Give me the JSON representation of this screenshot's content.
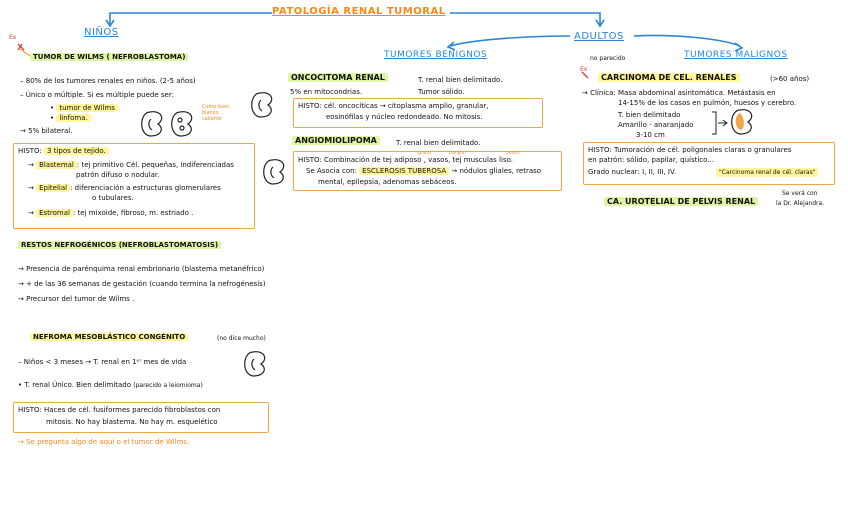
{
  "title": "PATOLOGÍA RENAL TUMORAL",
  "ninos": {
    "heading": "NIÑOS",
    "ex_tag": "Ex",
    "wilms": {
      "title": "TUMOR DE WILMS ( NEFROBLASTOMA)",
      "b1": "80% de los tumores renales en niños. (2-5 años)",
      "b2": "Único o múltiple. Si es múltiple puede ser:",
      "b3": "tumor de Wilms",
      "b4": "linfoma.",
      "b5": "5% bilateral.",
      "note": "Como bien blanco caliente",
      "histo_label": "HISTO:",
      "histo_title": "3 tipos de tejido.",
      "blastemal_label": "Blastemal",
      "blastemal_text": ": tej primitivo Cél. pequeñas, indiferenciadas",
      "blastemal_text2": "patrón difuso o nodular.",
      "epitelial_label": "Epitelial",
      "epitelial_text": ": diferenciación a estructuras glomerulares",
      "epitelial_text2": "o tubulares.",
      "estromal_label": "Estromal",
      "estromal_text": ": tej mixoide, fibroso, m. estriado ."
    },
    "restos": {
      "title": "RESTOS NEFROGÉNICOS (NEFROBLASTOMATOSIS)",
      "l1": "Presencia de parénquima renal embrionario (blastema metanéfrico)",
      "l2": "+ de las 36 semanas de gestación (cuando termina la nefrogénesis)",
      "l3": "Precursor del tumor de Wilms ."
    },
    "nefroma": {
      "title": "NEFROMA MESOBLÁSTICO CONGÉNITO",
      "title_note": "(no dice mucho)",
      "l1": "Niños < 3 meses → T. renal en 1ᵉʳ mes de vida",
      "l2": "T. renal Único. Bien delimitado",
      "l2_note": "(parecido a leiomioma)",
      "histo_label": "HISTO:",
      "histo1": "Haces de cél. fusiformes parecido fibroblastos con",
      "histo2": "mitosis. No hay blastema. No hay m. esquelético",
      "footer": "→ Se pregunta algo de aquí o el tumor de Wilms."
    }
  },
  "adultos": {
    "heading": "ADULTOS",
    "nota_izq": "no parecido",
    "nota_der": "",
    "benignos": {
      "heading": "TUMORES BENIGNOS",
      "onco_title": "ONCOCITOMA RENAL",
      "onco_note": "T. renal bien delimitado.",
      "onco_l1": "5% en mitocondrias.",
      "onco_l2": "Tumor sólido.",
      "onco_histo_label": "HISTO:",
      "onco_h1": "cél. oncocíticas → citoplasma amplio, granular,",
      "onco_h2": "eosinófilas y núcleo redondeado. No mitosis.",
      "angio_title": "ANGIOMIOLIPOMA",
      "angio_note": "T. renal bien delimitado.",
      "angio_histo_label": "HISTO:",
      "angio_h1": "Combinación de tej adiposo , vasos, tej musculas liso.",
      "angio_h2": "Se Asocia con:",
      "angio_esclerosis": "ESCLEROSIS TUBEROSA",
      "angio_h2b": "→ nódulos gliales, retraso",
      "angio_h3": "mental, epilepsia, adenomas sebáceos.",
      "angio_sub1": "(grasa)",
      "angio_sub2": "(sangre)",
      "angio_sub3": "(músc)"
    },
    "malignos": {
      "heading": "TUMORES MALIGNOS",
      "ex_tag": "Ex",
      "carc_title": "CARCINOMA DE CEL. RENALES",
      "carc_age": "(>60 años)",
      "clinica_label": "Clínica:",
      "clinica1": "Masa abdominal asintomática. Metástasis en",
      "clinica2": "14-15% de los casos en pulmón, huesos y cerebro.",
      "bullet1": "T. bien delimitado",
      "bullet2": "Amarillo - anaranjado",
      "bullet3": "3-10 cm",
      "histo_label": "HISTO:",
      "histo1": "Tumoración de cél. poligonales claras o granulares",
      "histo2": "en patrón: sólido, papilar, quístico...",
      "grado": "Grado nuclear: I, II, III, IV.",
      "carc_note": "\"Carcinoma renal de cél. claras\"",
      "urotelial_title": "CA. UROTELIAL DE PELVIS RENAL",
      "urotelial_note1": "Se verá con",
      "urotelial_note2": "la Dr. Alejandra."
    }
  }
}
